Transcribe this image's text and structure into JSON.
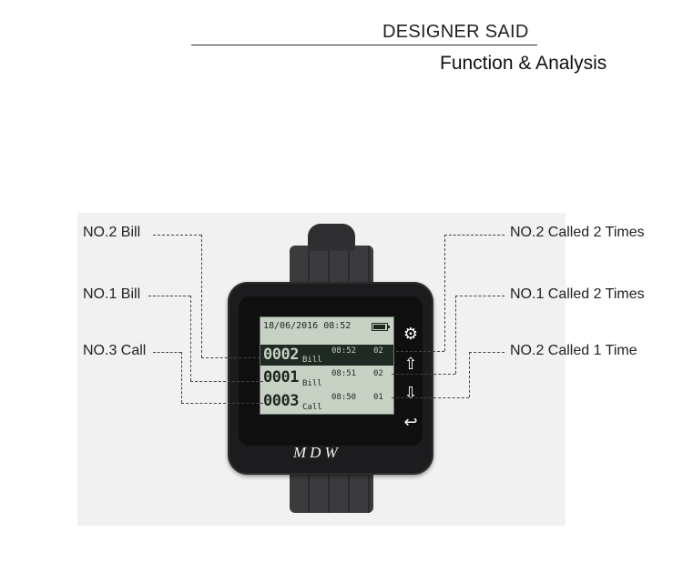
{
  "header": {
    "title": "DESIGNER SAID",
    "subtitle": "Function & Analysis"
  },
  "labels_left": [
    "NO.2 Bill",
    "NO.1 Bill",
    "NO.3 Call"
  ],
  "labels_right": [
    "NO.2 Called 2 Times",
    "NO.1 Called 2 Times",
    "NO.2 Called 1 Time"
  ],
  "screen": {
    "status": "18/06/2016 08:52",
    "rows": [
      {
        "number": "0002",
        "type": "Bill",
        "time": "08:52",
        "count": "02"
      },
      {
        "number": "0001",
        "type": "Bill",
        "time": "08:51",
        "count": "02"
      },
      {
        "number": "0003",
        "type": "Call",
        "time": "08:50",
        "count": "01"
      }
    ]
  },
  "device": {
    "brand": "MDW",
    "buttons": [
      "gear-icon",
      "arrow-up-icon",
      "arrow-down-icon",
      "return-icon"
    ]
  }
}
